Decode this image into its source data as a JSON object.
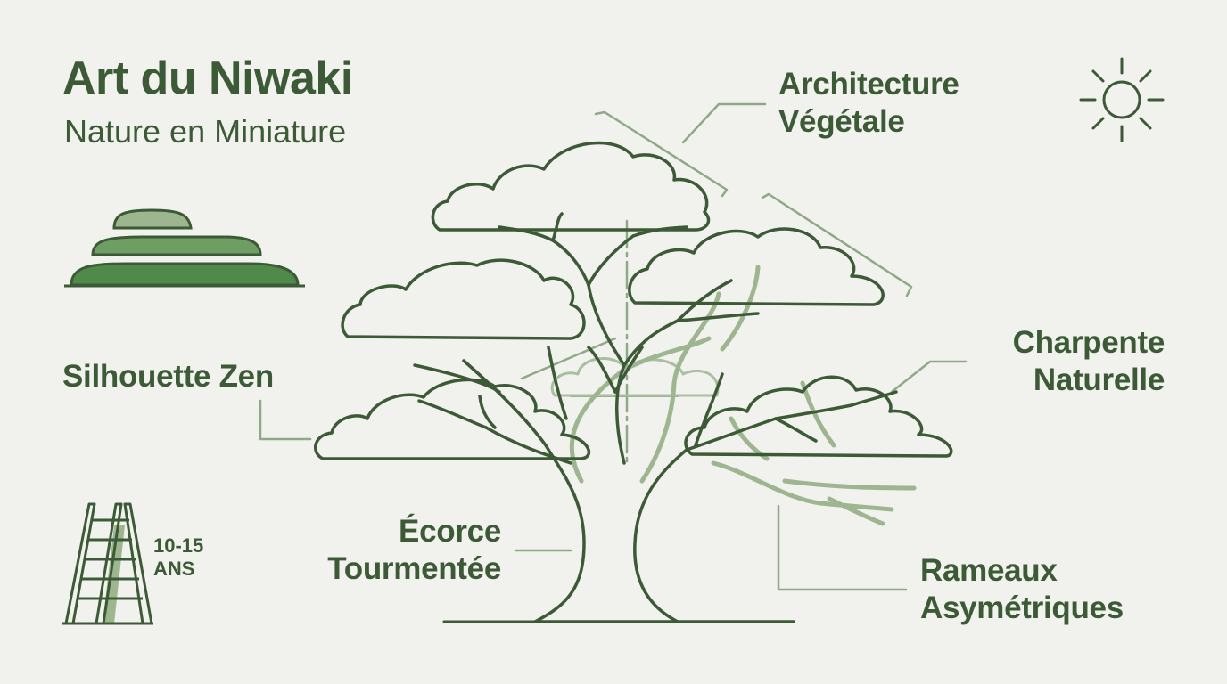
{
  "title": "Art du Niwaki",
  "subtitle": "Nature en Miniature",
  "labels": {
    "architecture": [
      "Architecture",
      "Végétale"
    ],
    "silhouette": "Silhouette Zen",
    "charpente": [
      "Charpente",
      "Naturelle"
    ],
    "ecorce": [
      "Écorce",
      "Tourmentée"
    ],
    "rameaux": [
      "Rameaux",
      "Asymétriques"
    ]
  },
  "ladder": {
    "age_range": "10-15",
    "unit": "ANS"
  },
  "icons": [
    "sun-icon",
    "layered-cloud-icon",
    "ladder-icon",
    "tree-illustration"
  ],
  "colors": {
    "background": "#f1f1ee",
    "primary_dark": "#3c5a35",
    "accent_green": "#4f8a4a",
    "soft_green": "#9db68f",
    "guide_line": "#8fa987"
  }
}
